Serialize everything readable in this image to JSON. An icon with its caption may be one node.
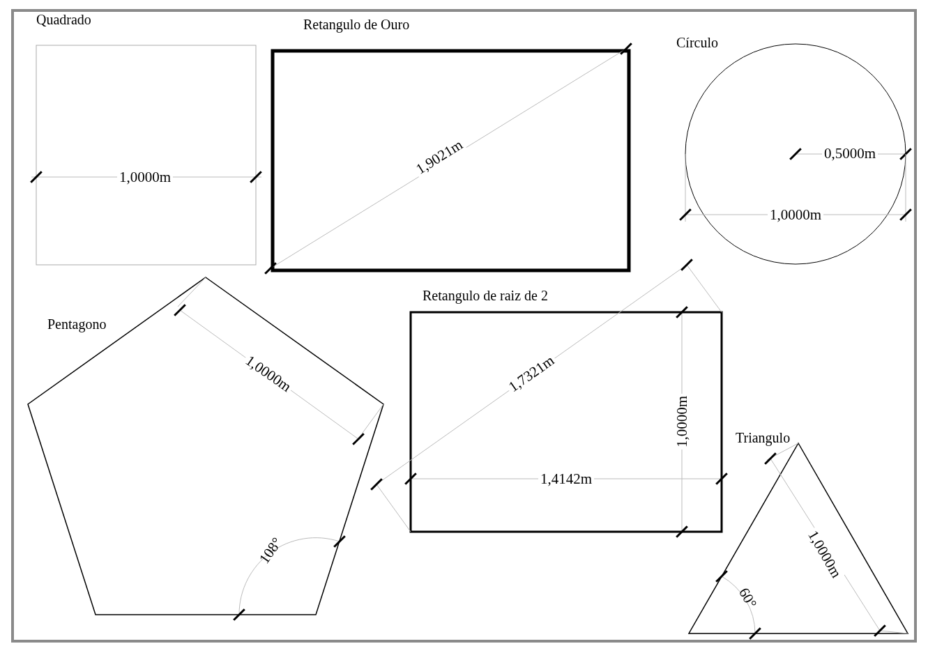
{
  "diagram": {
    "nodes": [
      {
        "text": [
          "Quadrado"
        ]
      },
      {
        "text": [
          "Retangulo de Ouro"
        ]
      },
      {
        "text": [
          "Círculo"
        ]
      },
      {
        "text": [
          "Pentagono"
        ]
      },
      {
        "text": [
          "Retangulo de raiz de 2"
        ]
      },
      {
        "text": [
          "Triangulo"
        ]
      }
    ],
    "labels": [
      "1,0000m",
      "1,9021m",
      "0,5000m",
      "1,0000m",
      "1,0000m",
      "1,7321m",
      "1,0000m",
      "1,4142m",
      "108°",
      "1,0000m",
      "60°"
    ]
  }
}
